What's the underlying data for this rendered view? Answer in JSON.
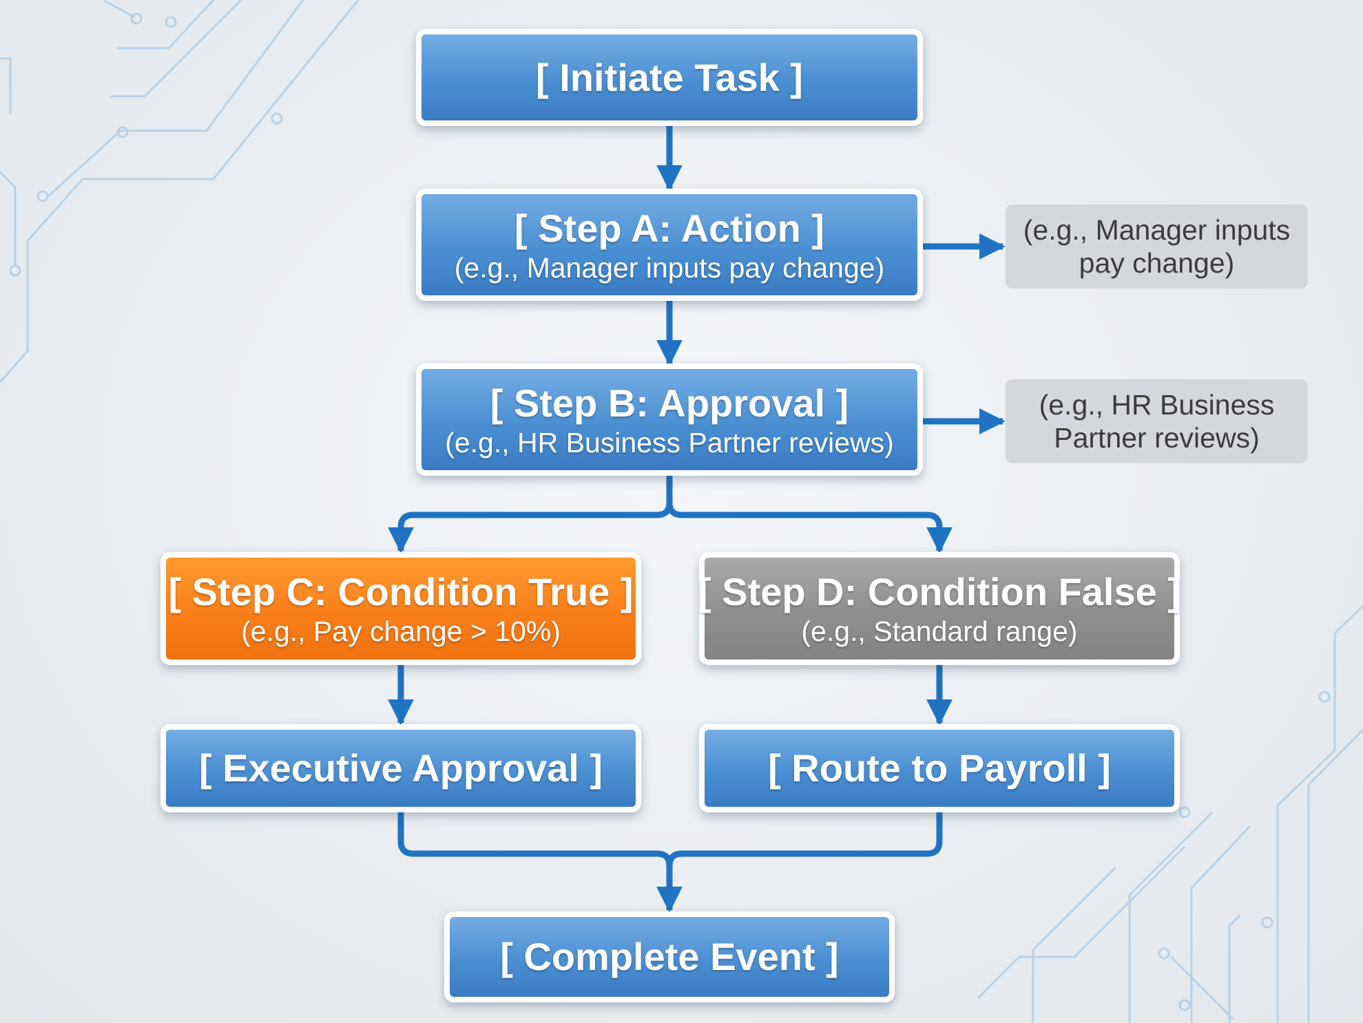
{
  "nodes": {
    "initiate": {
      "title": "[ Initiate Task ]"
    },
    "step_a": {
      "title": "[ Step A: Action ]",
      "subtitle": "(e.g., Manager inputs pay change)"
    },
    "step_b": {
      "title": "[ Step B: Approval ]",
      "subtitle": "(e.g., HR Business Partner reviews)"
    },
    "step_c": {
      "title": "[ Step C: Condition True ]",
      "subtitle": "(e.g., Pay change > 10%)"
    },
    "step_d": {
      "title": "[ Step D: Condition False ]",
      "subtitle": "(e.g., Standard range)"
    },
    "executive": {
      "title": "[ Executive Approval ]"
    },
    "payroll": {
      "title": "[ Route to Payroll ]"
    },
    "complete": {
      "title": "[ Complete Event ]"
    }
  },
  "notes": {
    "step_a": {
      "line1": "(e.g., Manager inputs",
      "line2": "pay change)"
    },
    "step_b": {
      "line1": "(e.g., HR Business",
      "line2": "Partner reviews)"
    }
  },
  "colors": {
    "connector": "#1f73c2",
    "node_blue": "#4b8fd3",
    "node_orange": "#f97f1a",
    "node_gray": "#8f8f8f",
    "note_bg": "#d4d7db",
    "circuit": "#a9c9e6"
  }
}
